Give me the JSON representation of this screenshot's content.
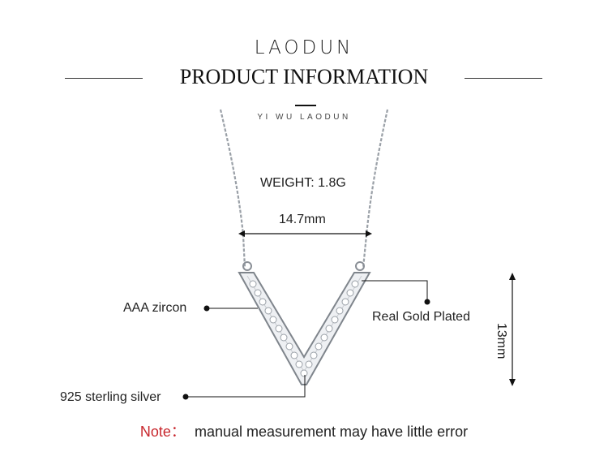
{
  "header": {
    "brand": "LAODUN",
    "title": "PRODUCT INFORMATION",
    "subtitle": "YI WU LAODUN"
  },
  "specs": {
    "weight": "WEIGHT:  1.8G",
    "width": "14.7mm",
    "height": "13mm",
    "stone": "AAA  zircon",
    "plating": "Real Gold Plated",
    "metal": "925 sterling silver"
  },
  "note": {
    "label": "Note：",
    "text": "manual measurement may have little error"
  },
  "colors": {
    "note_label": "#c8272d",
    "text": "#222222",
    "silver": "#b8bcc2"
  },
  "icons": [
    "necklace-image",
    "dimension-arrow",
    "callout-dot"
  ]
}
